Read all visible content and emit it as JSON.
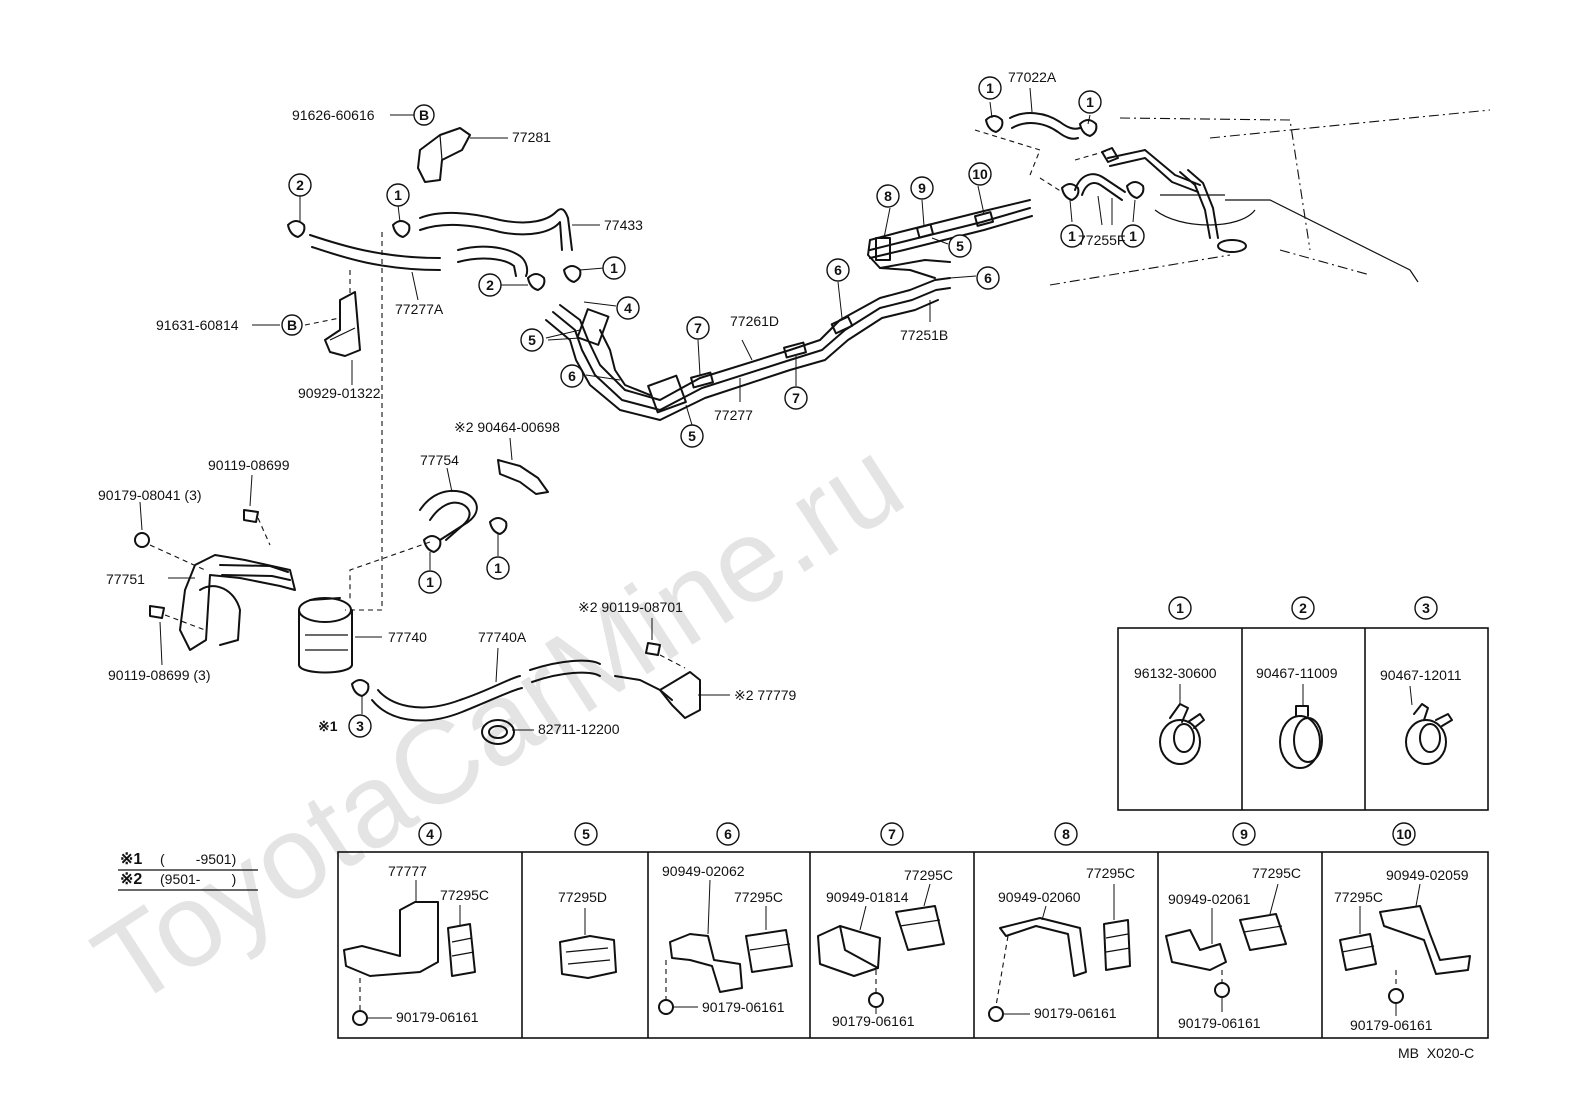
{
  "watermark": "ToyotaCarMine.ru",
  "diagram_code": "MB  X020-C",
  "legend": {
    "note1_mark": "※1",
    "note1_range": "(        -9501)",
    "note2_mark": "※2",
    "note2_range": "(9501-        )"
  },
  "callouts": {
    "c1": "1",
    "c2": "2",
    "c3": "3",
    "c4": "4",
    "c5": "5",
    "c6": "6",
    "c7": "7",
    "c8": "8",
    "c9": "9",
    "c10": "10",
    "cB": "B",
    "note1": "※1"
  },
  "parts": {
    "p91626": "91626-60616",
    "p77281": "77281",
    "p77433": "77433",
    "p77277A": "77277A",
    "p91631": "91631-60814",
    "p90929": "90929-01322",
    "p90464": "※2 90464-00698",
    "p77754": "77754",
    "p90119a": "90119-08699",
    "p90179a": "90179-08041 (3)",
    "p77751": "77751",
    "p90119b": "90119-08699 (3)",
    "p77740": "77740",
    "p77740A": "77740A",
    "p90119c": "※2 90119-08701",
    "p77779": "※2 77779",
    "p82711": "82711-12200",
    "p77261D": "77261D",
    "p77277": "77277",
    "p77251B": "77251B",
    "p77022A": "77022A",
    "p77255F": "77255F"
  },
  "clamp_panel": {
    "c1_part": "96132-30600",
    "c2_part": "90467-11009",
    "c3_part": "90467-12011"
  },
  "bottom_panel": {
    "b4_a": "77777",
    "b4_b": "77295C",
    "b4_c": "90179-06161",
    "b5_a": "77295D",
    "b6_a": "90949-02062",
    "b6_b": "77295C",
    "b6_c": "90179-06161",
    "b7_a": "77295C",
    "b7_b": "90949-01814",
    "b7_c": "90179-06161",
    "b8_a": "77295C",
    "b8_b": "90949-02060",
    "b8_c": "90179-06161",
    "b9_a": "77295C",
    "b9_b": "90949-02061",
    "b9_c": "90179-06161",
    "b10_a": "90949-02059",
    "b10_b": "77295C",
    "b10_c": "90179-06161"
  }
}
